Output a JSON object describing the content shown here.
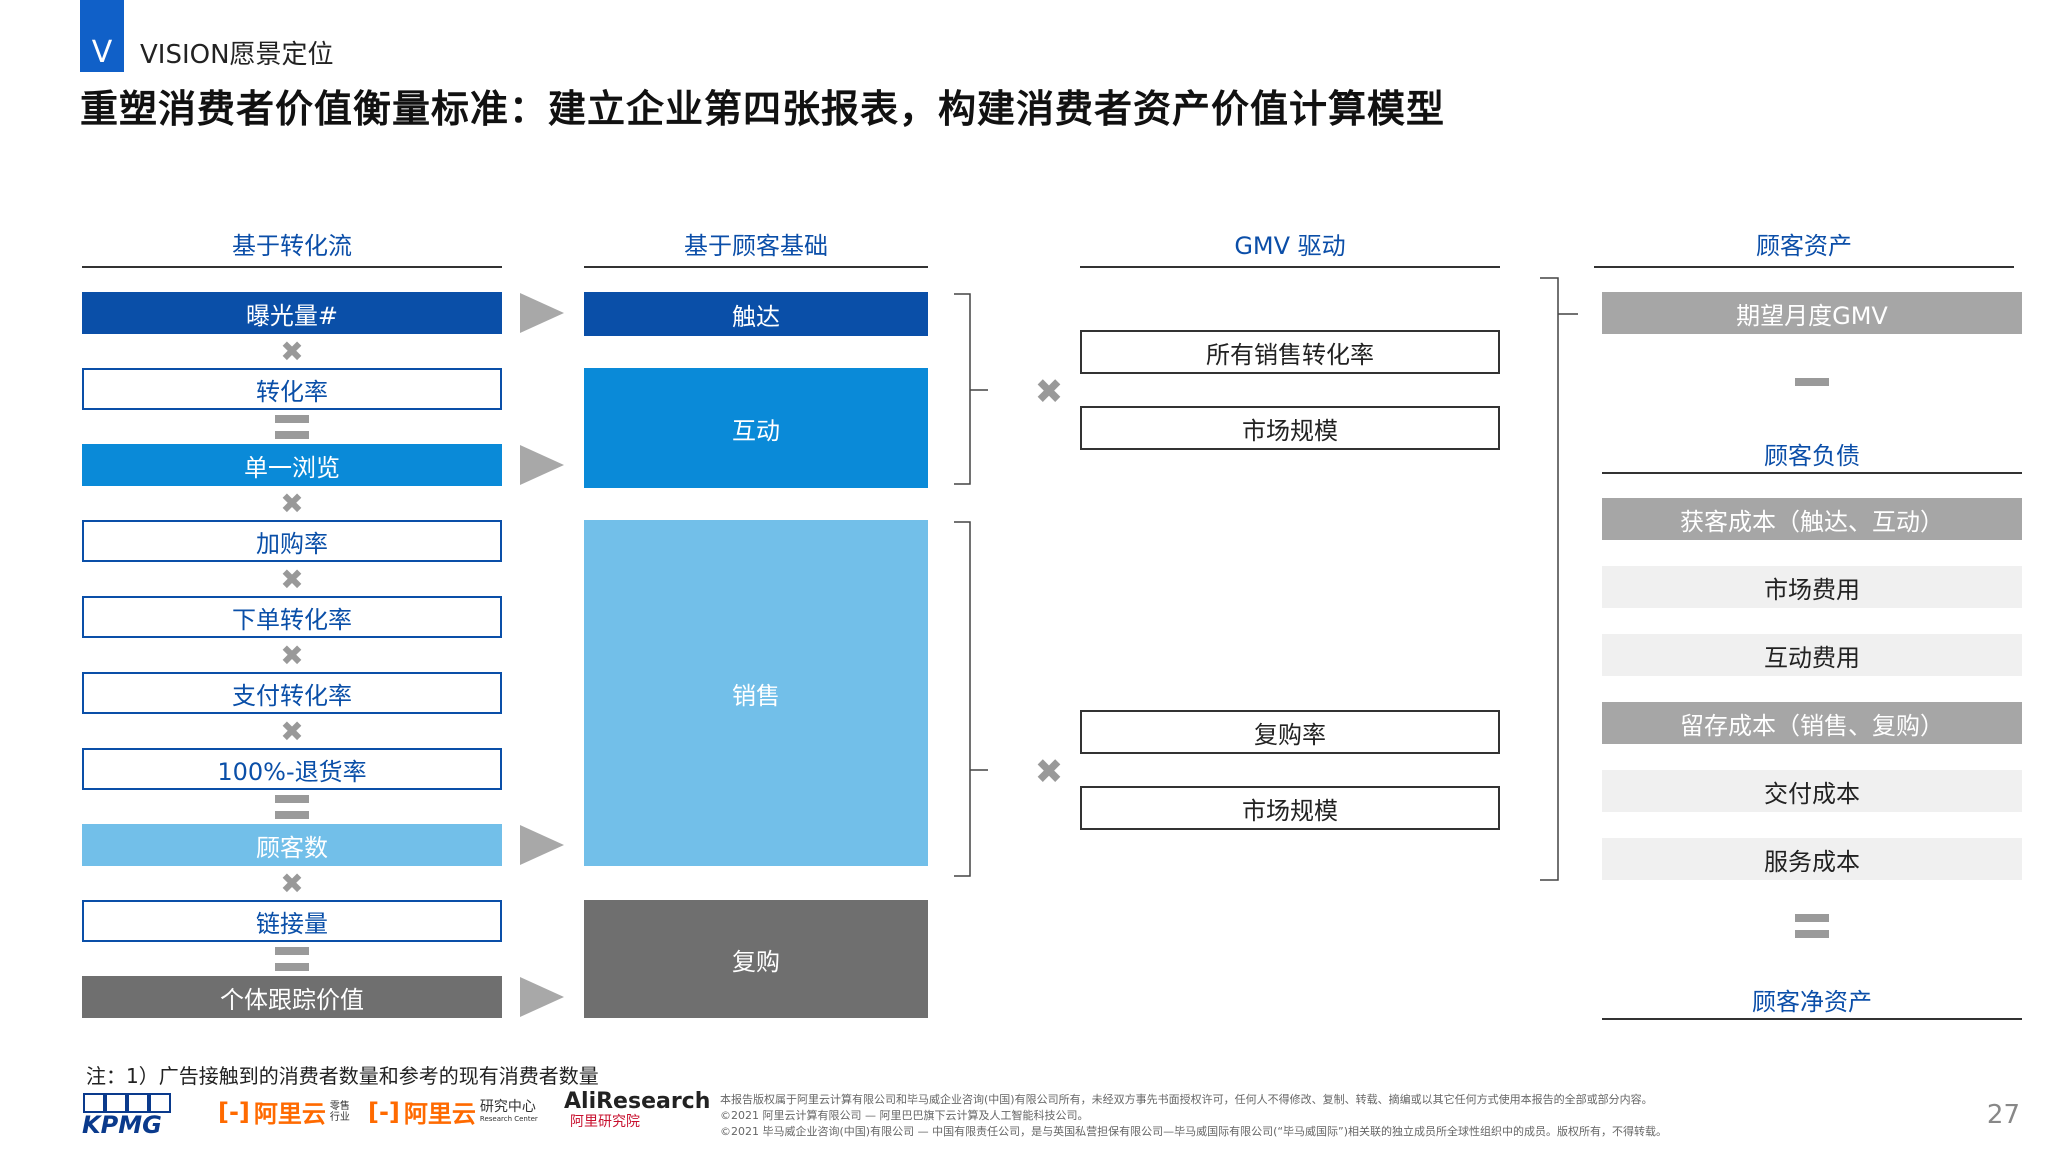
{
  "header": {
    "section_letter": "V",
    "section_label": "VISION愿景定位",
    "title": "重塑消费者价值衡量标准：建立企业第四张报表，构建消费者资产价值计算模型"
  },
  "columns": {
    "c1": "基于转化流",
    "c2": "基于顾客基础",
    "c3": "GMV 驱动",
    "c4": "顾客资产"
  },
  "flow": {
    "exposure": "曝光量#",
    "conversion": "转化率",
    "single_view": "单一浏览",
    "add_cart": "加购率",
    "order_conv": "下单转化率",
    "pay_conv": "支付转化率",
    "return": "100%-退货率",
    "customers": "顾客数",
    "link": "链接量",
    "individual": "个体跟踪价值"
  },
  "base": {
    "reach": "触达",
    "interact": "互动",
    "sales": "销售",
    "repurchase": "复购"
  },
  "gmv": {
    "all_conv": "所有销售转化率",
    "market1": "市场规模",
    "repurchase_rate": "复购率",
    "market2": "市场规模"
  },
  "asset": {
    "expected_gmv": "期望月度GMV",
    "liability_head": "顾客负债",
    "acq_cost": "获客成本（触达、互动）",
    "market_fee": "市场费用",
    "interact_fee": "互动费用",
    "retain_cost": "留存成本（销售、复购）",
    "delivery_cost": "交付成本",
    "service_cost": "服务成本",
    "net_head": "顾客净资产"
  },
  "footnote": "注：1）广告接触到的消费者数量和参考的现有消费者数量",
  "logos": {
    "kpmg": "KPMG",
    "aliyun1": "阿里云",
    "aliyun1_sub1": "零售",
    "aliyun1_sub2": "行业",
    "aliyun2": "阿里云",
    "aliyun2_sub1": "研究中心",
    "aliyun2_sub2": "Research Center",
    "aliresearch": "AliResearch",
    "aliresearch_sub": "阿里研究院"
  },
  "disclaimer": [
    "本报告版权属于阿里云计算有限公司和毕马威企业咨询(中国)有限公司所有，未经双方事先书面授权许可，任何人不得修改、复制、转载、摘编或以其它任何方式使用本报告的全部或部分内容。",
    "©2021 阿里云计算有限公司 — 阿里巴巴旗下云计算及人工智能科技公司。",
    "©2021 毕马威企业咨询(中国)有限公司 — 中国有限责任公司，是与英国私营担保有限公司—毕马威国际有限公司(“毕马威国际”)相关联的独立成员所全球性组织中的成员。版权所有，不得转载。"
  ],
  "page_number": "27",
  "colors": {
    "dark_blue": "#0a4fa8",
    "mid_blue": "#0a8ad8",
    "light_blue": "#72bfe9",
    "gray": "#6f6f6f",
    "light_gray": "#a6a6a6"
  }
}
